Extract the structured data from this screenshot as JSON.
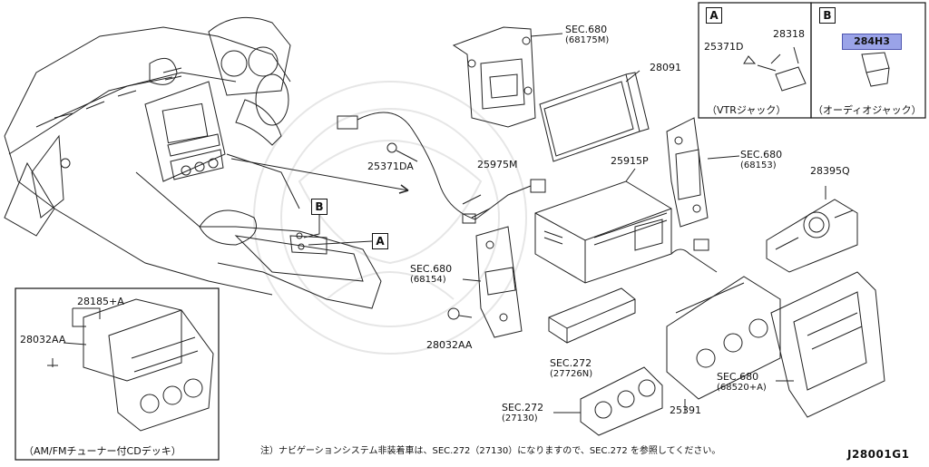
{
  "reference_code": "J28001G1",
  "footnote": "注）ナビゲーションシステム非装着車は、SEC.272（27130）になりますので、SEC.272 を参照してください。",
  "callouts": {
    "c28091": "28091",
    "c25915P": "25915P",
    "c25975M": "25975M",
    "c25371DA": "25371DA",
    "c28395Q": "28395Q",
    "c25391": "25391",
    "c28032AA_main": "28032AA",
    "c28185A": "28185+A",
    "c28032AA_inset": "28032AA",
    "c25371D": "25371D",
    "c28318": "28318",
    "c284H3": "284H3"
  },
  "section_refs": {
    "sec_top": {
      "sec": "SEC.680",
      "sub": "(68175M)"
    },
    "sec_right": {
      "sec": "SEC.680",
      "sub": "(68153)"
    },
    "sec_left": {
      "sec": "SEC.680",
      "sub": "(68154)"
    },
    "sec_mid": {
      "sec": "SEC.272",
      "sub": "(27726N)"
    },
    "sec_bottom": {
      "sec": "SEC.272",
      "sub": "(27130)"
    },
    "sec_bezel": {
      "sec": "SEC.680",
      "sub": "(68520+A)"
    }
  },
  "boxes": {
    "A": {
      "tag": "A",
      "caption": "（VTRジャック）"
    },
    "B": {
      "tag": "B",
      "caption": "（オーディオジャック）"
    },
    "inset": {
      "caption": "（AM/FMチューナー付CDデッキ）"
    }
  },
  "markers": {
    "A": "A",
    "B": "B"
  },
  "colors": {
    "highlight": "#9aa3e8",
    "line": "#111111"
  }
}
